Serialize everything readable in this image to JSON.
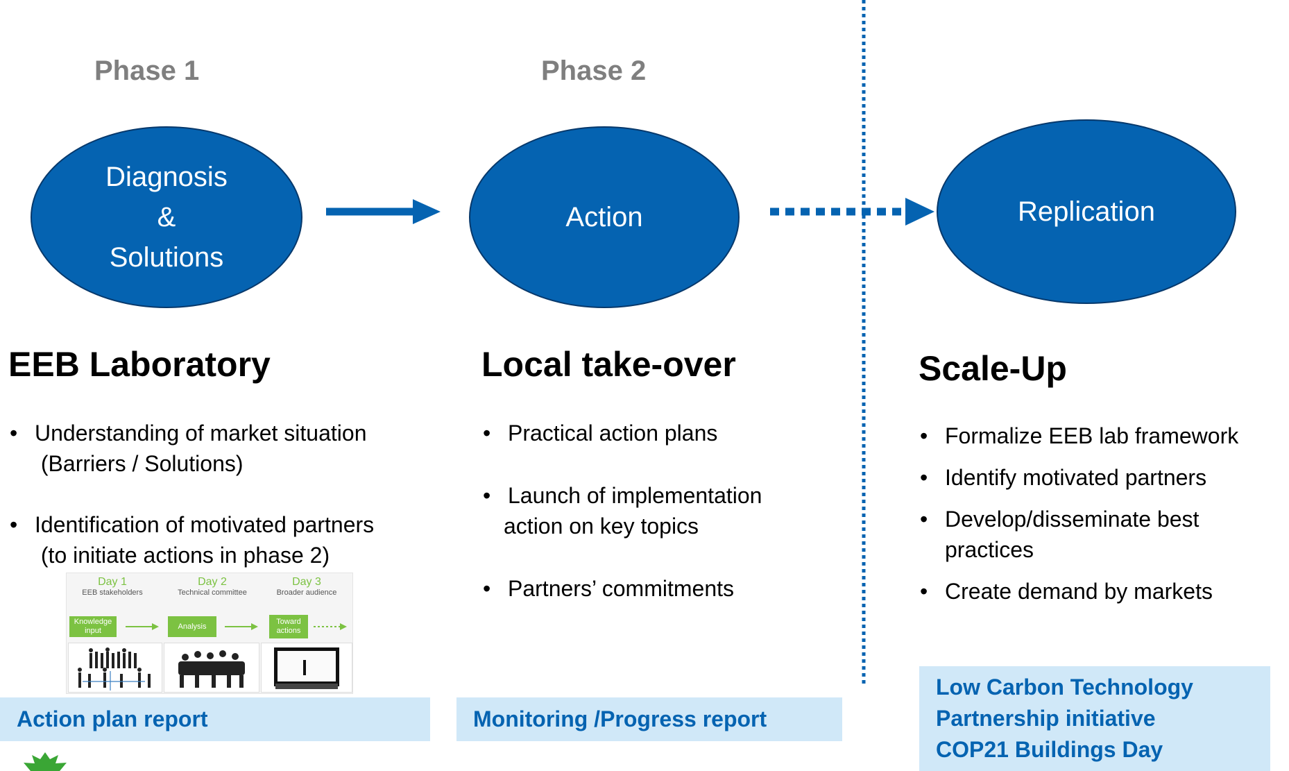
{
  "phases": {
    "phase1": "Phase 1",
    "phase2": "Phase 2"
  },
  "stages": {
    "diagnosis": {
      "line1": "Diagnosis",
      "line2": "&",
      "line3": "Solutions"
    },
    "action": "Action",
    "replication": "Replication"
  },
  "sections": {
    "eeb": {
      "title": "EEB Laboratory",
      "bullets": [
        {
          "line1": "Understanding of market situation",
          "line2": " (Barriers / Solutions)"
        },
        {
          "line1": "Identification of motivated partners",
          "line2": " (to initiate actions in phase 2)"
        }
      ],
      "report": "Action plan report"
    },
    "local": {
      "title": "Local take-over",
      "bullets": [
        {
          "line1": "Practical action plans"
        },
        {
          "line1": "Launch of implementation",
          "line2": "action on key topics"
        },
        {
          "line1": "Partners’ commitments"
        }
      ],
      "report": "Monitoring /Progress report"
    },
    "scale": {
      "title": "Scale-Up",
      "bullets": [
        {
          "line1": "Formalize EEB lab framework"
        },
        {
          "line1": "Identify motivated partners"
        },
        {
          "line1": "Develop/disseminate best",
          "line2": "practices"
        },
        {
          "line1": "Create demand by markets"
        }
      ],
      "report_lines": [
        "Low Carbon Technology",
        "Partnership initiative",
        "COP21 Buildings Day"
      ]
    }
  },
  "thumbnail": {
    "columns": [
      {
        "day": "Day 1",
        "sub": "EEB stakeholders",
        "box": "Knowledge input"
      },
      {
        "day": "Day 2",
        "sub": "Technical committee",
        "box": "Analysis"
      },
      {
        "day": "Day 3",
        "sub": "Broader audience",
        "box": "Toward actions"
      }
    ]
  },
  "colors": {
    "ellipse_fill": "#0563b1",
    "phase_label": "#7f7f7f",
    "report_bg": "#d0e8f8",
    "report_text": "#0563b1",
    "thumb_green": "#7cc242"
  }
}
